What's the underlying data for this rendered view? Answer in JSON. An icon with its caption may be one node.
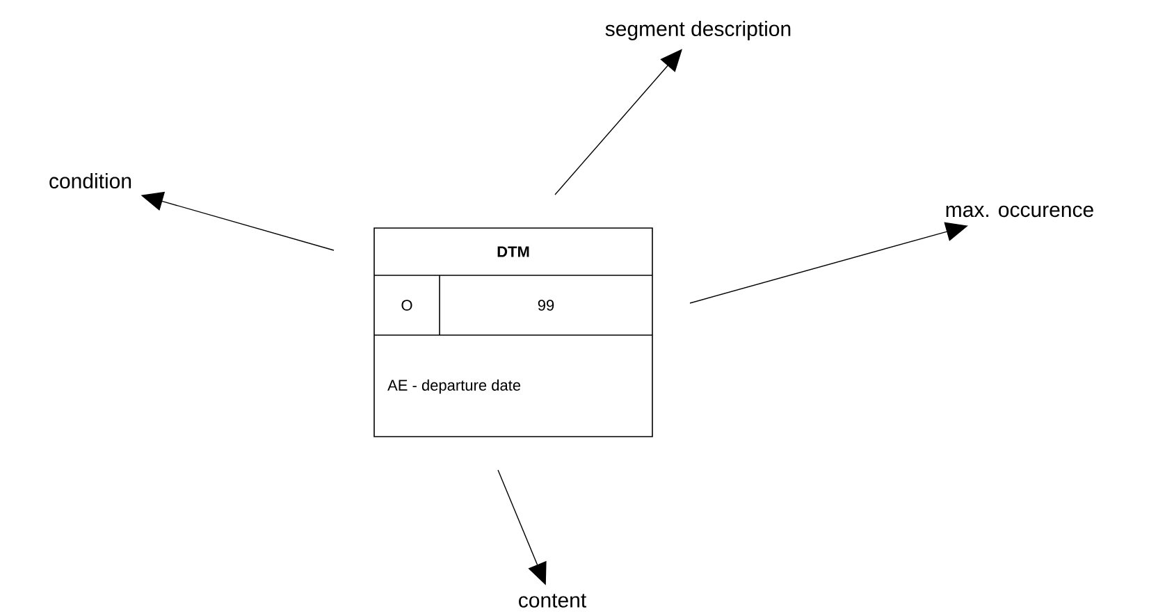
{
  "diagram": {
    "nodes": [
      {
        "text": [
          "DTM",
          "O",
          "99",
          "AE - departure date"
        ]
      },
      {
        "text": [
          "segment description"
        ]
      },
      {
        "text": [
          "condition"
        ]
      },
      {
        "text": [
          "max. occurence"
        ]
      },
      {
        "text": [
          "content"
        ]
      }
    ],
    "edges": [
      {
        "from": null,
        "to": 1,
        "arrow": "to"
      },
      {
        "from": null,
        "to": 2,
        "arrow": "to"
      },
      {
        "from": null,
        "to": 3,
        "arrow": "to"
      },
      {
        "from": null,
        "to": 4,
        "arrow": "to"
      }
    ]
  }
}
